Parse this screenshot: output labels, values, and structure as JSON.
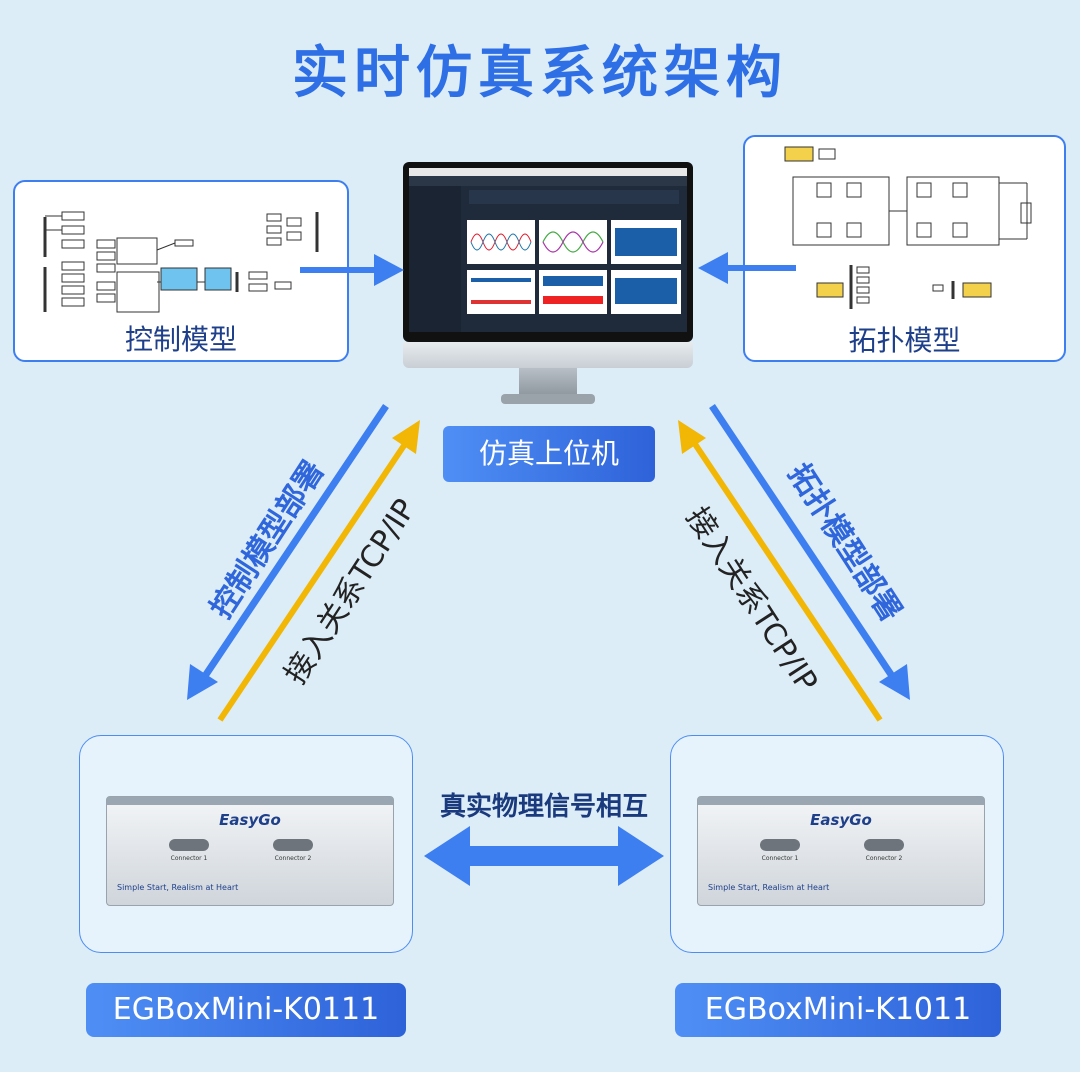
{
  "title": "实时仿真系统架构",
  "control_card": {
    "label": "控制模型"
  },
  "topology_card": {
    "label": "拓扑模型"
  },
  "host": {
    "badge": "仿真上位机"
  },
  "links": {
    "control_deploy": "控制模型部署",
    "left_tcp": "接入关系TCP/IP",
    "right_tcp": "接入关系TCP/IP",
    "topology_deploy": "拓扑模型部署"
  },
  "exchange": {
    "label": "真实物理信号相互"
  },
  "devices": [
    {
      "name": "EGBoxMini-K0111",
      "brand": "EasyGo",
      "connector1": "Connector 1",
      "connector2": "Connector 2",
      "slogan": "Simple Start, Realism at Heart"
    },
    {
      "name": "EGBoxMini-K1011",
      "brand": "EasyGo",
      "connector1": "Connector 1",
      "connector2": "Connector 2",
      "slogan": "Simple Start, Realism at Heart"
    }
  ],
  "colors": {
    "primary": "#3d7ef0",
    "accent": "#f2b705",
    "title": "#2f6fe6",
    "background": "#dcedf8"
  }
}
